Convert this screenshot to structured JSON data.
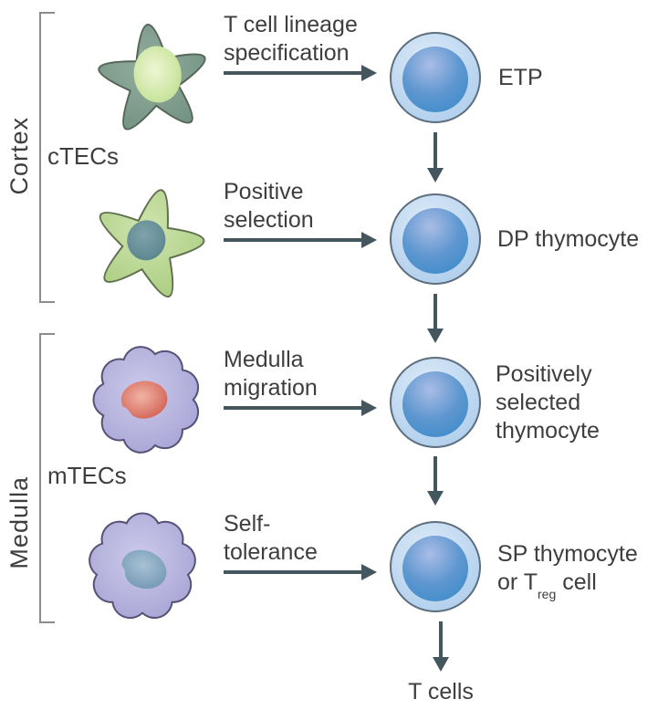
{
  "colors": {
    "background": "#ffffff",
    "text": "#3e3e3e",
    "arrow": "#44575e",
    "bracket": "#8c8c8c",
    "thymocyte_outer_light": "#ddebf8",
    "thymocyte_outer": "#abcbeb",
    "thymocyte_inner_light": "#a9bde6",
    "thymocyte_inner_mid": "#5f97d0",
    "thymocyte_inner": "#3d8cca",
    "thymocyte_stroke": "#5d6e7e",
    "ctec_dark_body_light": "#93ad9e",
    "ctec_dark_body": "#6f8f7e",
    "ctec_dark_stroke": "#56655a",
    "ctec_dark_nucleus_light": "#eef6d4",
    "ctec_dark_nucleus": "#bfdf8e",
    "ctec_light_body_light": "#cfe3ae",
    "ctec_light_body": "#a7cc7c",
    "ctec_light_stroke": "#61704f",
    "ctec_light_nucleus_light": "#7fa3aa",
    "ctec_light_nucleus": "#56828b",
    "mtec_body_light": "#cdcaeb",
    "mtec_body": "#a3a0d3",
    "mtec_stroke": "#565377",
    "mtec_nucleus_red_light": "#f0b4a5",
    "mtec_nucleus_red": "#d05a4d",
    "mtec_nucleus_blue_light": "#a7c1d4",
    "mtec_nucleus_blue": "#6f95b2"
  },
  "cortex": {
    "region_label": "Cortex",
    "cell_group_label": "cTECs"
  },
  "medulla": {
    "region_label": "Medulla",
    "cell_group_label": "mTECs"
  },
  "steps": [
    {
      "process": [
        "T cell lineage",
        "specification"
      ],
      "result_label": [
        "ETP"
      ]
    },
    {
      "process": [
        "Positive",
        "selection"
      ],
      "result_label": [
        "DP thymocyte"
      ]
    },
    {
      "process": [
        "Medulla",
        "migration"
      ],
      "result_label": [
        "Positively",
        "selected",
        "thymocyte"
      ]
    },
    {
      "process": [
        "Self-",
        "tolerance"
      ],
      "result_label_line1": "SP thymocyte",
      "result_label_line2": {
        "prefix": "or T",
        "subscript": "reg",
        "suffix": "cell"
      }
    }
  ],
  "final_output_label": "T cells"
}
